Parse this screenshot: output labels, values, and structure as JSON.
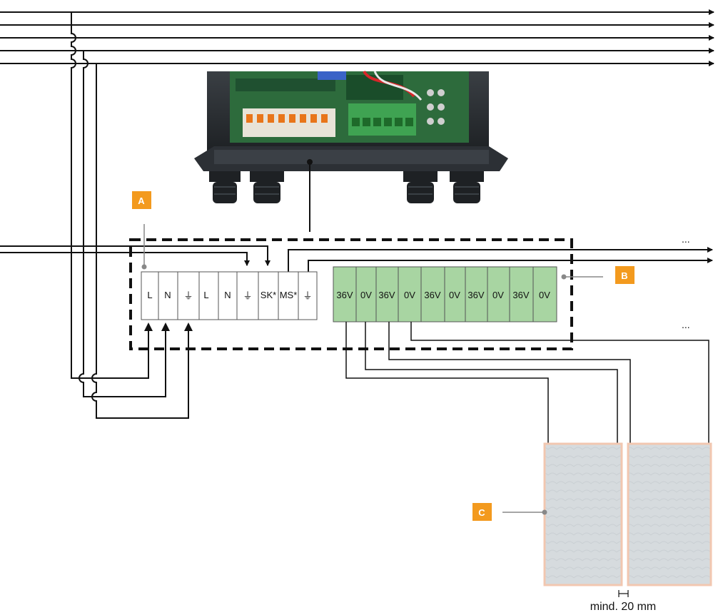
{
  "colors": {
    "badge": "#f39a1e",
    "green_terminal": "#a8d5a2",
    "panel": "#d8dde0",
    "panel_edge": "#f2c7b0",
    "wire": "#111111",
    "leader": "#888888"
  },
  "badges": {
    "a": "A",
    "b": "B",
    "c": "C"
  },
  "terminal_block_a": {
    "labels": [
      "L",
      "N",
      "⏚",
      "L",
      "N",
      "⏚",
      "SK*",
      "MS*",
      "⏚"
    ]
  },
  "terminal_block_b": {
    "labels": [
      "36V",
      "0V",
      "36V",
      "0V",
      "36V",
      "0V",
      "36V",
      "0V",
      "36V",
      "0V"
    ]
  },
  "continuation_marks": {
    "top": "...",
    "right": "..."
  },
  "dimension": {
    "label": "mind. 20 mm"
  },
  "icons": [
    "arrow-right-icon",
    "arrow-up-icon",
    "arrow-down-icon",
    "ground-symbol-icon",
    "wire-crossover-icon"
  ]
}
